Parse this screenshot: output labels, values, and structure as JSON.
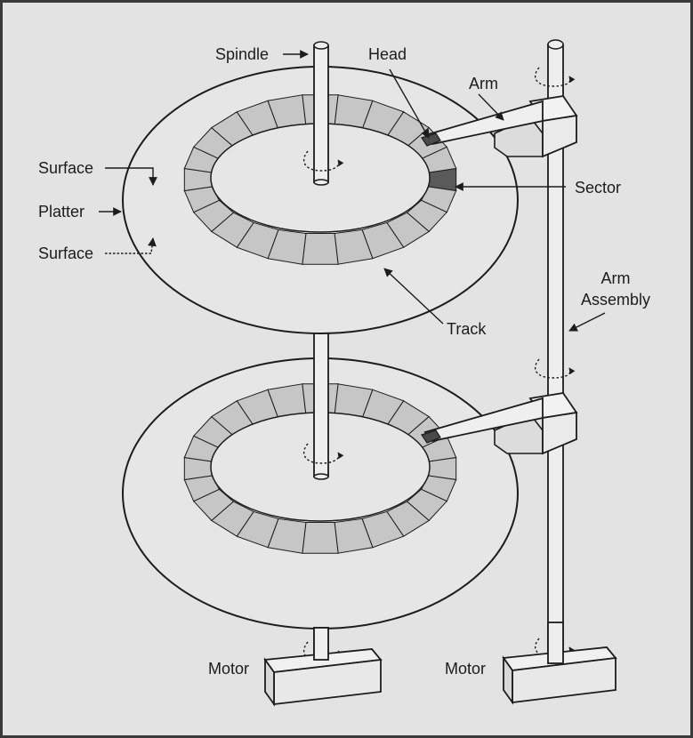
{
  "labels": {
    "spindle": "Spindle",
    "head": "Head",
    "arm": "Arm",
    "surface_top": "Surface",
    "platter": "Platter",
    "surface_bottom": "Surface",
    "sector": "Sector",
    "arm_assembly_line1": "Arm",
    "arm_assembly_line2": "Assembly",
    "track": "Track",
    "motor_left": "Motor",
    "motor_right": "Motor"
  },
  "platters": 2,
  "track_segments": 24,
  "colors": {
    "background": "#e3e3e3",
    "border": "#3a3a3a",
    "platter_fill": "#e6e6e6",
    "track_fill": "#c6c6c6",
    "sector_fill": "#5a5a5a",
    "stroke": "#1c1c1c"
  }
}
